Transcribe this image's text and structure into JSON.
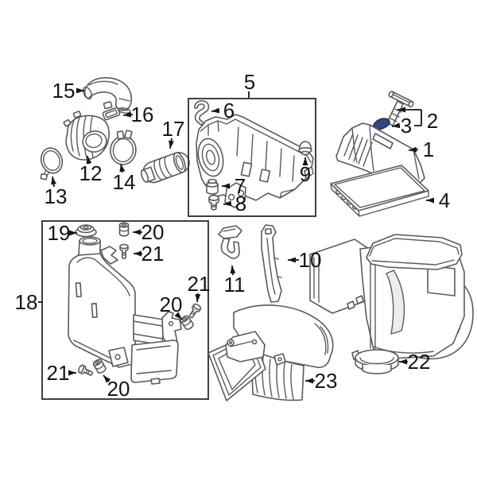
{
  "figure": {
    "type": "parts-diagram",
    "background": "#ffffff",
    "line_color": "#5a5a5e",
    "callout_color": "#161616",
    "box_color": "#2b2b2b",
    "highlight_fill": "#31477b",
    "highlight_stroke": "#20305a",
    "highlighted_callout": "3"
  },
  "callouts": {
    "c1": "1",
    "c2": "2",
    "c3": "3",
    "c4": "4",
    "c5": "5",
    "c6": "6",
    "c7": "7",
    "c8": "8",
    "c9": "9",
    "c10": "10",
    "c11": "11",
    "c12": "12",
    "c13": "13",
    "c14": "14",
    "c15": "15",
    "c16": "16",
    "c17": "17",
    "c18": "18",
    "c19": "19",
    "c20_top": "20",
    "c20_right": "20",
    "c20_bottom": "20",
    "c21_top": "21",
    "c21_right": "21",
    "c21_bottom": "21",
    "c22": "22",
    "c23": "23"
  }
}
